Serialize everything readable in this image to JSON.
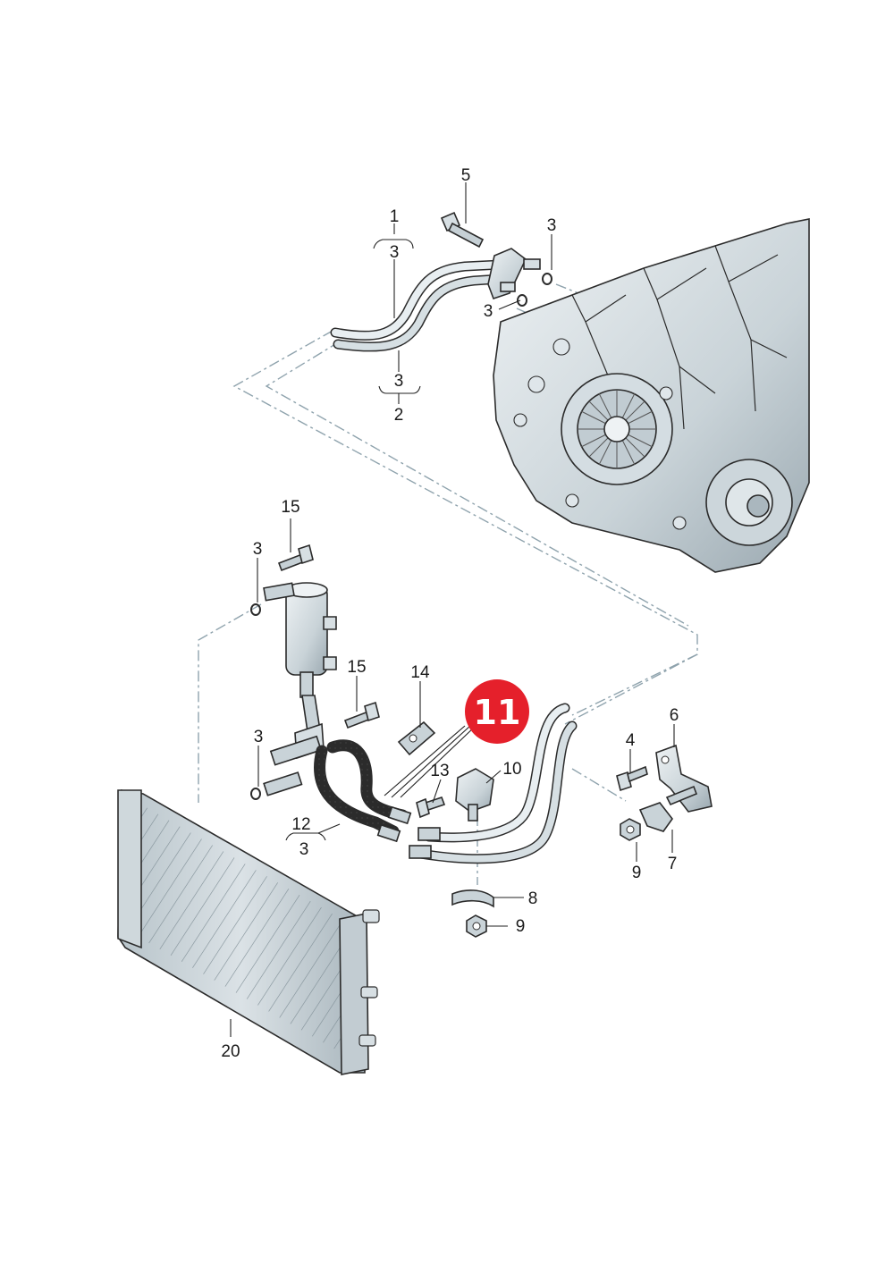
{
  "colors": {
    "metal_light": "#e6ecef",
    "metal_mid": "#c3ced4",
    "metal_dark": "#8d9ba3",
    "outline": "#2b2b2b",
    "dash_line": "#8fa3ad",
    "highlight": "#e5202b"
  },
  "highlight": {
    "label": "11"
  },
  "callouts": [
    {
      "id": "p1",
      "text": "1"
    },
    {
      "id": "p1_sub",
      "text": "3"
    },
    {
      "id": "p2_sub",
      "text": "3"
    },
    {
      "id": "p2",
      "text": "2"
    },
    {
      "id": "p5",
      "text": "5"
    },
    {
      "id": "p3_tr",
      "text": "3"
    },
    {
      "id": "p3_mid",
      "text": "3"
    },
    {
      "id": "p15_top",
      "text": "15"
    },
    {
      "id": "p3_left",
      "text": "3"
    },
    {
      "id": "p15_mid",
      "text": "15"
    },
    {
      "id": "p14",
      "text": "14"
    },
    {
      "id": "p3_lower",
      "text": "3"
    },
    {
      "id": "p13",
      "text": "13"
    },
    {
      "id": "p10",
      "text": "10"
    },
    {
      "id": "p12",
      "text": "12"
    },
    {
      "id": "p12_sub",
      "text": "3"
    },
    {
      "id": "p6",
      "text": "6"
    },
    {
      "id": "p4",
      "text": "4"
    },
    {
      "id": "p9_right",
      "text": "9"
    },
    {
      "id": "p7",
      "text": "7"
    },
    {
      "id": "p8",
      "text": "8"
    },
    {
      "id": "p9_bottom",
      "text": "9"
    },
    {
      "id": "p20",
      "text": "20"
    }
  ]
}
